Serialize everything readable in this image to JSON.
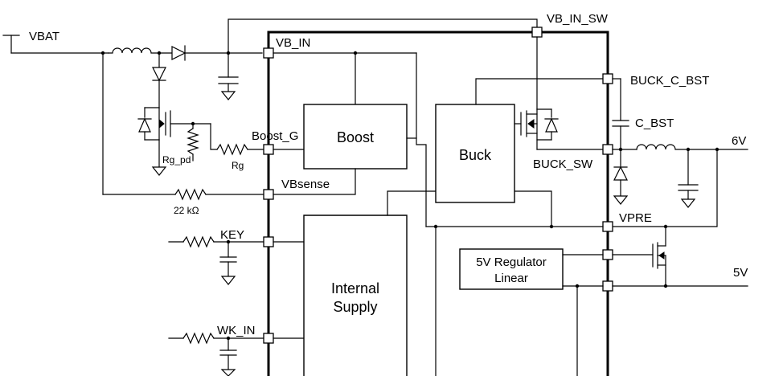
{
  "labels": {
    "vbat": "VBAT",
    "vb_in_sw": "VB_IN_SW",
    "vb_in": "VB_IN",
    "buck_c_bst": "BUCK_C_BST",
    "c_bst": "C_BST",
    "out_6v": "6V",
    "boost_g": "Boost_G",
    "buck_sw": "BUCK_SW",
    "rg_pd": "Rg_pd",
    "rg": "Rg",
    "vbsense": "VBsense",
    "r_22k": "22 kΩ",
    "vpre": "VPRE",
    "key": "KEY",
    "out_5v": "5V",
    "wk_in": "WK_IN"
  },
  "blocks": {
    "boost": "Boost",
    "buck": "Buck",
    "reg_line1": "5V Regulator",
    "reg_line2": "Linear",
    "supply_line1": "Internal",
    "supply_line2": "Supply"
  }
}
